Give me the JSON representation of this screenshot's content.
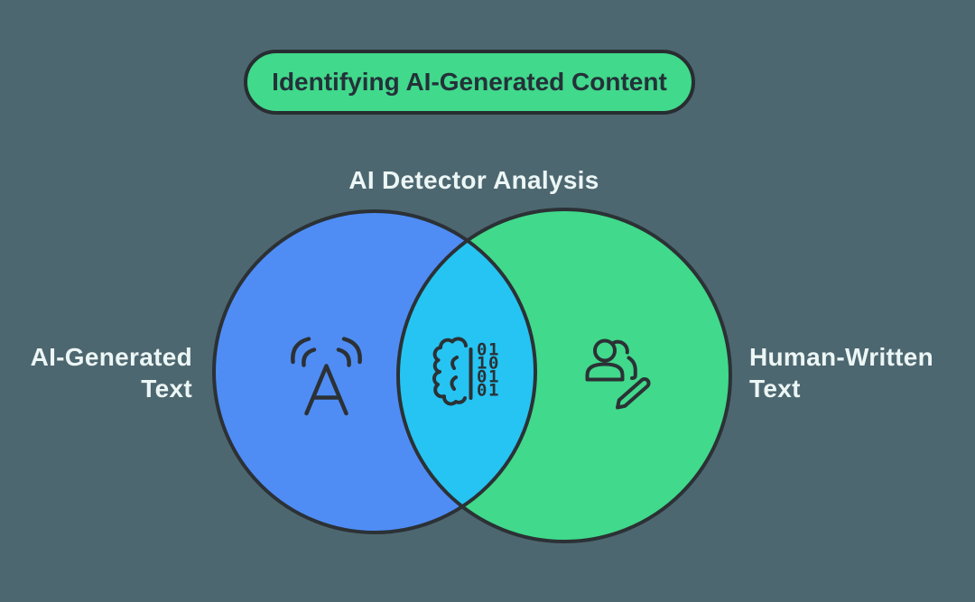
{
  "title": {
    "label": "Identifying AI-Generated Content"
  },
  "diagram": {
    "heading": "AI Detector Analysis",
    "left_circle": {
      "label": "AI-Generated Text",
      "label_lines": [
        "AI-Generated",
        "Text"
      ],
      "fill": "#4f8df5",
      "icon": "signal-letter-a-icon",
      "icon_letter": "A"
    },
    "right_circle": {
      "label": "Human-Written Text",
      "label_lines": [
        "Human-Written",
        "Text"
      ],
      "fill": "#41d98b",
      "icon": "users-pencil-icon"
    },
    "intersection": {
      "fill": "#25c4f2",
      "icon": "brain-binary-icon",
      "binary_rows": [
        "01",
        "10",
        "01",
        "01"
      ]
    }
  },
  "colors": {
    "background": "#4d6770",
    "outline": "#2b3135",
    "pill_fill": "#41d98b",
    "pill_text": "#243139",
    "label_text": "#ecf6f5"
  }
}
